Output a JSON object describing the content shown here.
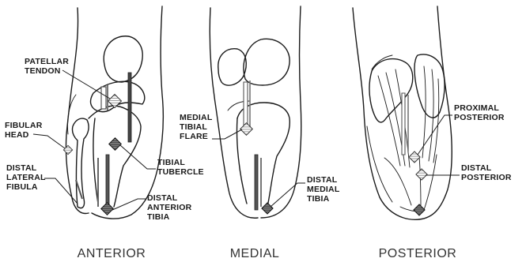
{
  "panels": {
    "anterior": {
      "caption": "ANTERIOR",
      "labels": {
        "patellar_tendon": [
          "PATELLAR",
          "TENDON"
        ],
        "fibular_head": [
          "FIBULAR",
          "HEAD"
        ],
        "distal_lateral_fibula": [
          "DISTAL",
          "LATERAL",
          "FIBULA"
        ],
        "tibial_tubercle": [
          "TIBIAL",
          "TUBERCLE"
        ],
        "distal_anterior_tibia": [
          "DISTAL",
          "ANTERIOR",
          "TIBIA"
        ]
      }
    },
    "medial": {
      "caption": "MEDIAL",
      "labels": {
        "medial_tibial_flare": [
          "MEDIAL",
          "TIBIAL",
          "FLARE"
        ],
        "distal_medial_tibia": [
          "DISTAL",
          "MEDIAL",
          "TIBIA"
        ]
      }
    },
    "posterior": {
      "caption": "POSTERIOR",
      "labels": {
        "proximal_posterior": [
          "PROXIMAL",
          "POSTERIOR"
        ],
        "distal_posterior": [
          "DISTAL",
          "POSTERIOR"
        ]
      }
    }
  },
  "colors": {
    "ink": "#1a1a1a",
    "caption": "#333333",
    "electrode": "#555555",
    "background": "#ffffff"
  },
  "icons": {
    "electrode_marker": "diamond-electrode-icon"
  }
}
